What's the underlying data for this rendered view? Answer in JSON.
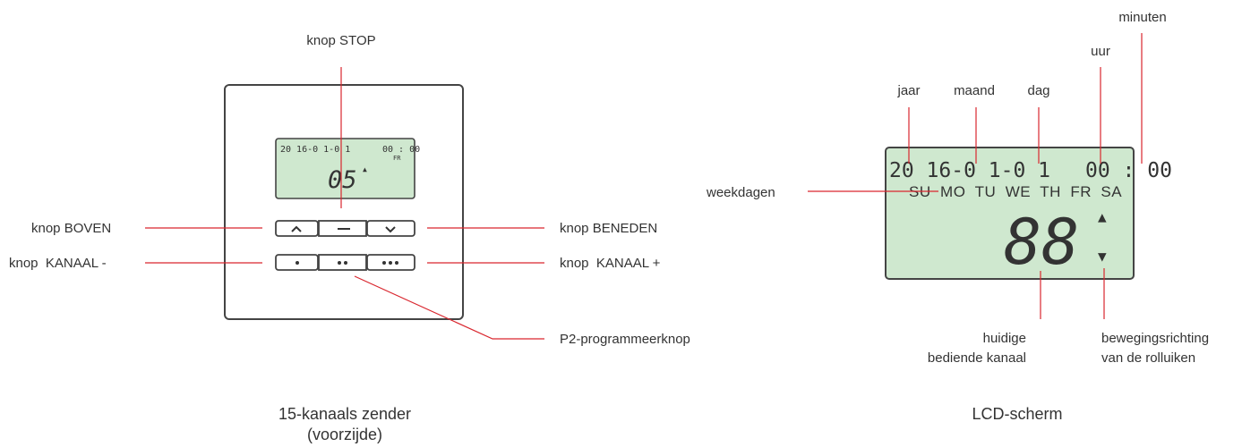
{
  "colors": {
    "leader_line": "#d9262e",
    "lcd_fill": "#cfe8cf",
    "outline": "#444444",
    "text": "#333333"
  },
  "transmitter": {
    "labels": {
      "stop": "knop STOP",
      "up": "knop BOVEN",
      "down": "knop BENEDEN",
      "channel_minus": "knop  KANAAL -",
      "channel_plus": "knop  KANAAL +",
      "p2": "P2-programmeerknop"
    },
    "lcd": {
      "date": "20 16-0 1-0 1",
      "time": "00 : 00",
      "day": "FR",
      "channel": "05",
      "arrow": "▲"
    },
    "buttons_top": [
      "^",
      "—",
      "v"
    ],
    "buttons_bottom": [
      "•",
      "••",
      "•••"
    ],
    "caption_line1": "15-kanaals zender",
    "caption_line2": "(voorzijde)"
  },
  "lcd_screen": {
    "labels": {
      "year": "jaar",
      "month": "maand",
      "day": "dag",
      "hour": "uur",
      "minutes": "minuten",
      "weekdays": "weekdagen",
      "channel_line1": "huidige",
      "channel_line2": "bediende kanaal",
      "direction_line1": "bewegingsrichting",
      "direction_line2": "van de rolluiken"
    },
    "date": "20 16-0 1-0 1",
    "time": "00 : 00",
    "weekdays": "SU  MO  TU  WE  TH  FR  SA",
    "channel": "88",
    "arrow_up": "▲",
    "arrow_down": "▼",
    "caption": "LCD-scherm"
  }
}
